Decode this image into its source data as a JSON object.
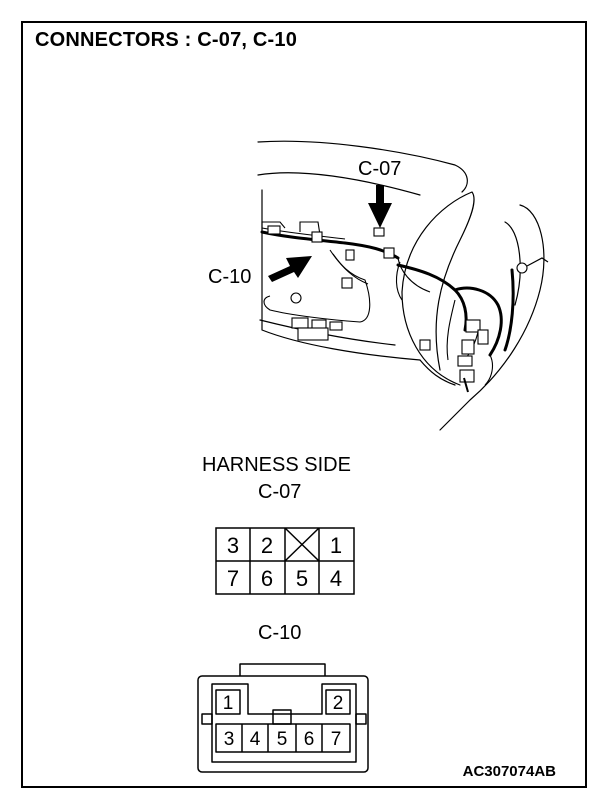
{
  "title": "CONNECTORS : C-07, C-10",
  "figure_code": "AC307074AB",
  "illustration": {
    "callout_c07": "C-07",
    "callout_c10": "C-10"
  },
  "harness_side_label": "HARNESS SIDE",
  "c07": {
    "label": "C-07",
    "top_row": [
      "3",
      "2",
      "",
      "1"
    ],
    "bottom_row": [
      "7",
      "6",
      "5",
      "4"
    ]
  },
  "c10": {
    "label": "C-10",
    "top_pins": [
      "1",
      "2"
    ],
    "bottom_row": [
      "3",
      "4",
      "5",
      "6",
      "7"
    ]
  }
}
